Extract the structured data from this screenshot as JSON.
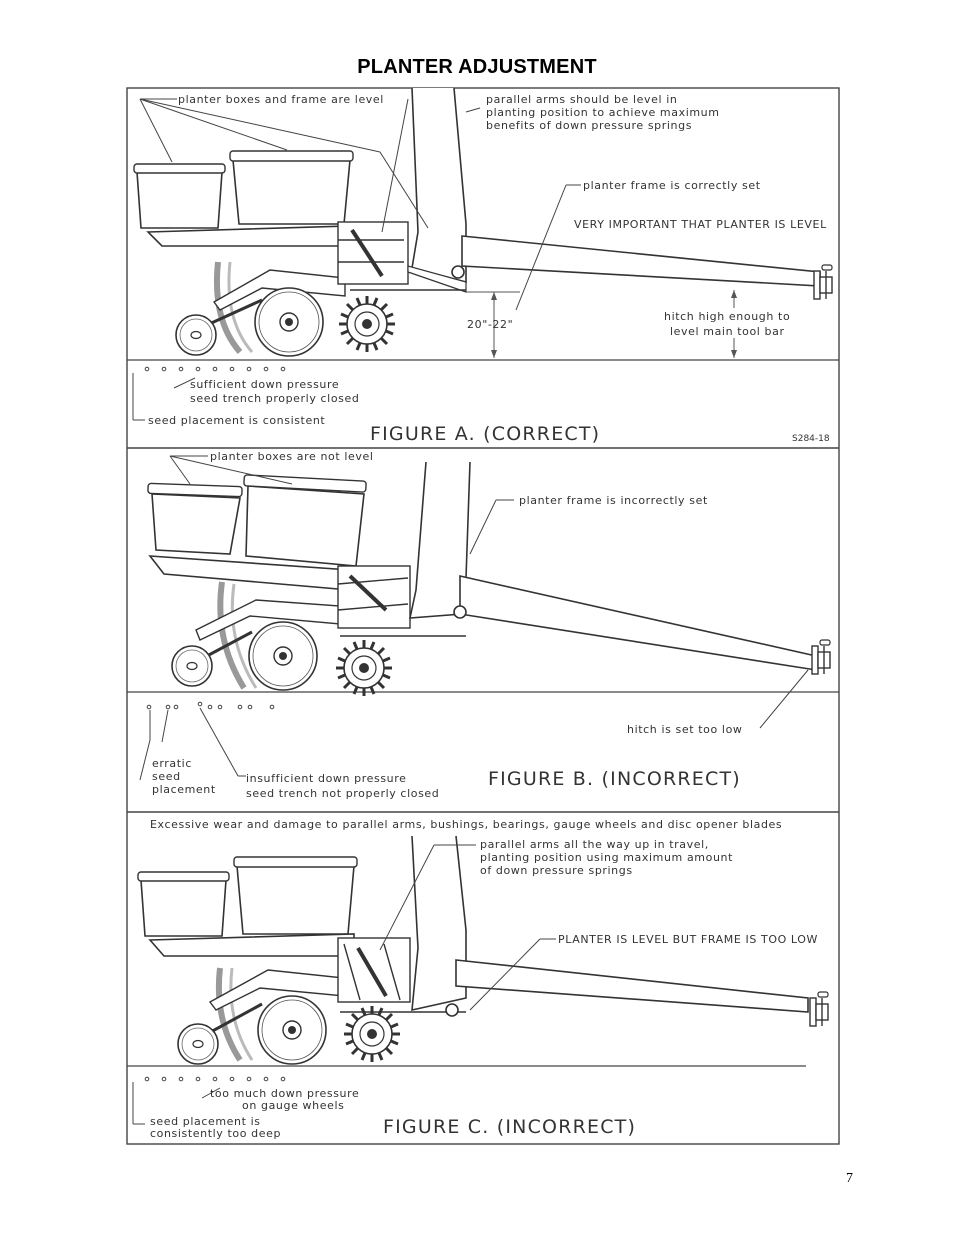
{
  "page": {
    "title": "PLANTER ADJUSTMENT",
    "page_number": "7"
  },
  "figure_a": {
    "caption": "FIGURE A. (CORRECT)",
    "code": "S284-18",
    "boxes_label": "planter boxes and frame are level",
    "arms_line1": "parallel arms should be level in",
    "arms_line2": "planting position to achieve maximum",
    "arms_line3": "benefits of down pressure springs",
    "frame_label": "planter frame is correctly set",
    "important": "VERY IMPORTANT THAT PLANTER IS LEVEL",
    "height": "20\"-22\"",
    "hitch_line1": "hitch high enough to",
    "hitch_line2": "level main tool bar",
    "pressure_line1": "sufficient down pressure",
    "pressure_line2": "seed trench properly closed",
    "placement": "seed placement is consistent"
  },
  "figure_b": {
    "caption": "FIGURE B. (INCORRECT)",
    "boxes_label": "planter boxes are not level",
    "frame_label": "planter frame is incorrectly set",
    "hitch_label": "hitch is set too low",
    "erratic_line1": "erratic",
    "erratic_line2": "seed",
    "erratic_line3": "placement",
    "pressure_line1": "insufficient down pressure",
    "pressure_line2": "seed trench not properly closed"
  },
  "figure_c": {
    "caption": "FIGURE C. (INCORRECT)",
    "wear": "Excessive wear and damage to parallel arms, bushings, bearings, gauge wheels and disc opener blades",
    "arms_line1": "parallel arms all the way up in travel,",
    "arms_line2": "planting position using maximum amount",
    "arms_line3": "of down pressure springs",
    "frame_label": "PLANTER IS LEVEL BUT FRAME IS TOO LOW",
    "pressure_line1": "too much down pressure",
    "pressure_line2": "on gauge wheels",
    "placement_line1": "seed placement is",
    "placement_line2": "consistently too deep"
  }
}
